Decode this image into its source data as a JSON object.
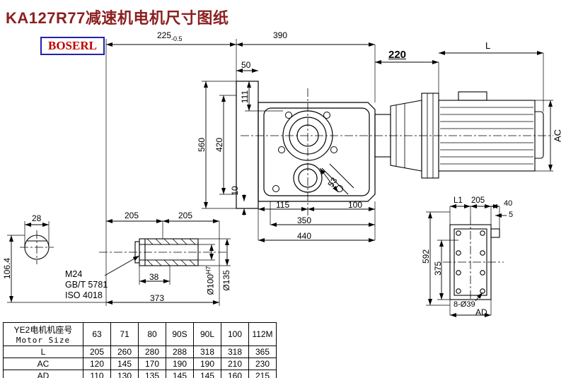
{
  "page": {
    "title": "KA127R77减速机电机尺寸图纸",
    "logo": "BOSERL"
  },
  "colors": {
    "title": "#8b2020",
    "logo_text": "#c00000",
    "logo_border": "#2222aa",
    "line": "#000000"
  },
  "dims": {
    "top": {
      "d225": "225",
      "d225_tol": "-0.5",
      "d390": "390",
      "d50": "50",
      "d220": "220",
      "motor_length": "L"
    },
    "left": {
      "d560": "560",
      "d420": "420",
      "d111": "111",
      "d10": "10"
    },
    "bottom": {
      "d115": "115",
      "d53": "53",
      "d100": "100",
      "d350": "350",
      "d440": "440"
    },
    "motor": {
      "dAC": "AC"
    },
    "shaft_section": {
      "d28": "28",
      "d106": "106.4"
    },
    "shaft_detail": {
      "d205a": "205",
      "d205b": "205",
      "thread": "M24",
      "std1": "GB/T 5781",
      "std2": "ISO 4018",
      "d38": "38",
      "d373": "373",
      "bore": "Ø100",
      "bore_fit": "H7",
      "outer": "Ø135"
    },
    "rear": {
      "dL1": "L1",
      "d205": "205",
      "d40": "40",
      "d5": "5",
      "d592": "592",
      "d375": "375",
      "holes": "8-Ø39",
      "dAD": "AD"
    }
  },
  "table": {
    "header_cn": "YE2电机机座号",
    "header_en": "Motor Size",
    "sizes": [
      "63",
      "71",
      "80",
      "90S",
      "90L",
      "100",
      "112M"
    ],
    "rows": [
      {
        "label": "L",
        "values": [
          "205",
          "260",
          "280",
          "288",
          "318",
          "318",
          "365"
        ]
      },
      {
        "label": "AC",
        "values": [
          "120",
          "145",
          "170",
          "190",
          "190",
          "210",
          "230"
        ]
      },
      {
        "label": "AD",
        "values": [
          "110",
          "130",
          "135",
          "145",
          "145",
          "160",
          "215"
        ]
      }
    ]
  }
}
